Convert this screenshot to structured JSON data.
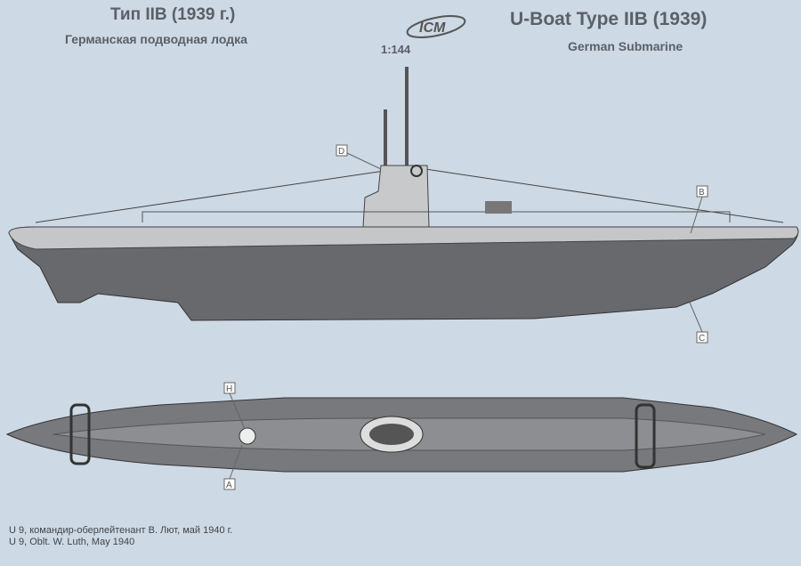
{
  "header": {
    "title_ru": "Тип IIB (1939 г.)",
    "subtitle_ru": "Германская подводная лодка",
    "title_en": "U-Boat Type IIB (1939)",
    "subtitle_en": "German Submarine",
    "logo": "ICM",
    "scale": "1:144"
  },
  "callouts": {
    "d": "D",
    "b": "B",
    "c": "C",
    "h": "H",
    "a": "A"
  },
  "caption": {
    "ru": "U 9, командир-оберлейтенант В. Лют, май 1940 г.",
    "en": "U 9, Oblt. W. Luth, May 1940"
  },
  "colors": {
    "background": "#cdd9e4",
    "hull_dark": "#67696d",
    "deck_light": "#c4c6c8",
    "deck_top": "#77797d"
  }
}
